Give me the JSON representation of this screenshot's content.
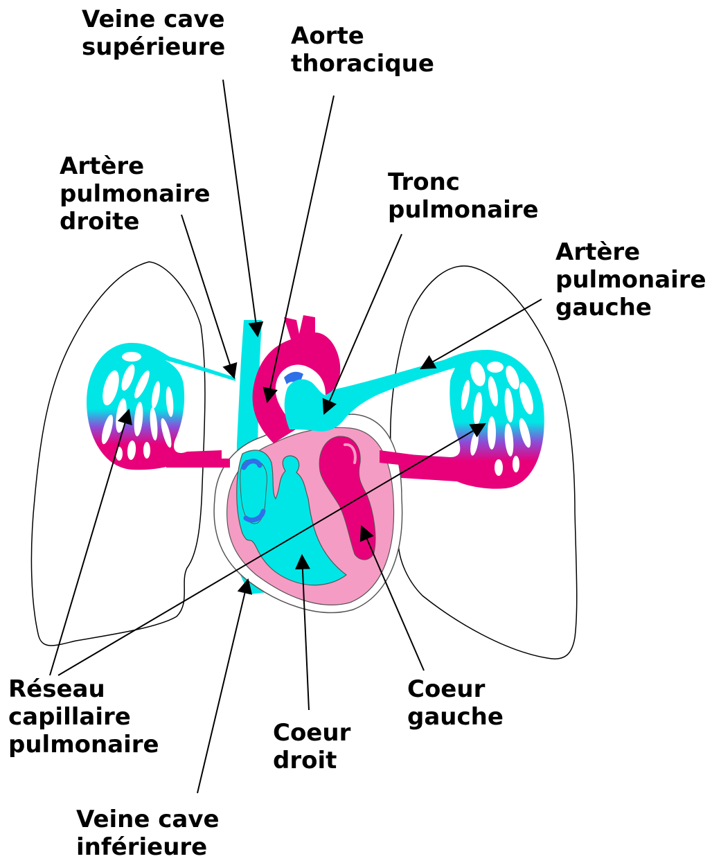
{
  "colors": {
    "venous": "#00e6e6",
    "arterial": "#e8007a",
    "heart_wall": "#f59cc4",
    "heart_sac": "#ffffff",
    "vein_highlight": "#2f6fe8",
    "outline": "#000000",
    "gradient_mid": "#8a4fd8"
  },
  "labels": {
    "veine_cave_sup": [
      "Veine cave",
      "supérieure"
    ],
    "aorte": [
      "Aorte",
      "thoracique"
    ],
    "artere_droite": [
      "Artère",
      "pulmonaire",
      "droite"
    ],
    "tronc": [
      "Tronc",
      "pulmonaire"
    ],
    "artere_gauche": [
      "Artère",
      "pulmonaire",
      "gauche"
    ],
    "reseau": [
      "Réseau",
      "capillaire",
      "pulmonaire"
    ],
    "coeur_droit": [
      "Coeur",
      "droit"
    ],
    "coeur_gauche": [
      "Coeur",
      "gauche"
    ],
    "veine_cave_inf": [
      "Veine cave",
      "inférieure"
    ]
  }
}
